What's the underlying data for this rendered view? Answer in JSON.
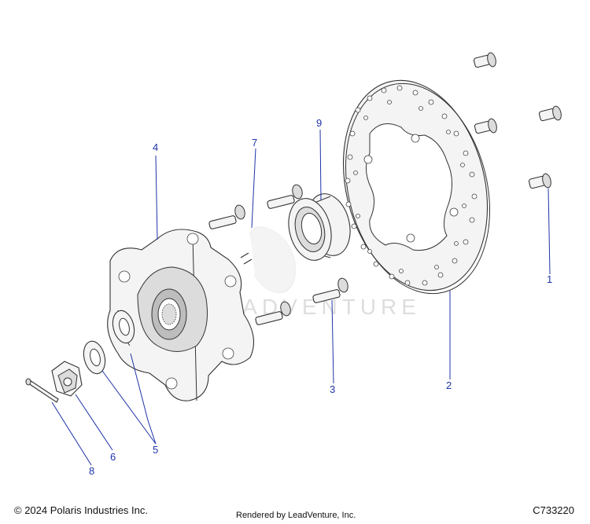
{
  "footer": {
    "copyright": "© 2024 Polaris Industries Inc.",
    "rendered_by": "Rendered by LeadVenture, Inc.",
    "diagram_code": "C733220"
  },
  "watermark": "LEADVENTURE",
  "callouts": {
    "c1": "1",
    "c2": "2",
    "c3": "3",
    "c4": "4",
    "c5": "5",
    "c6": "6",
    "c7": "7",
    "c8": "8",
    "c9": "9"
  },
  "colors": {
    "callout": "#1f33a8",
    "outline": "#333333"
  }
}
